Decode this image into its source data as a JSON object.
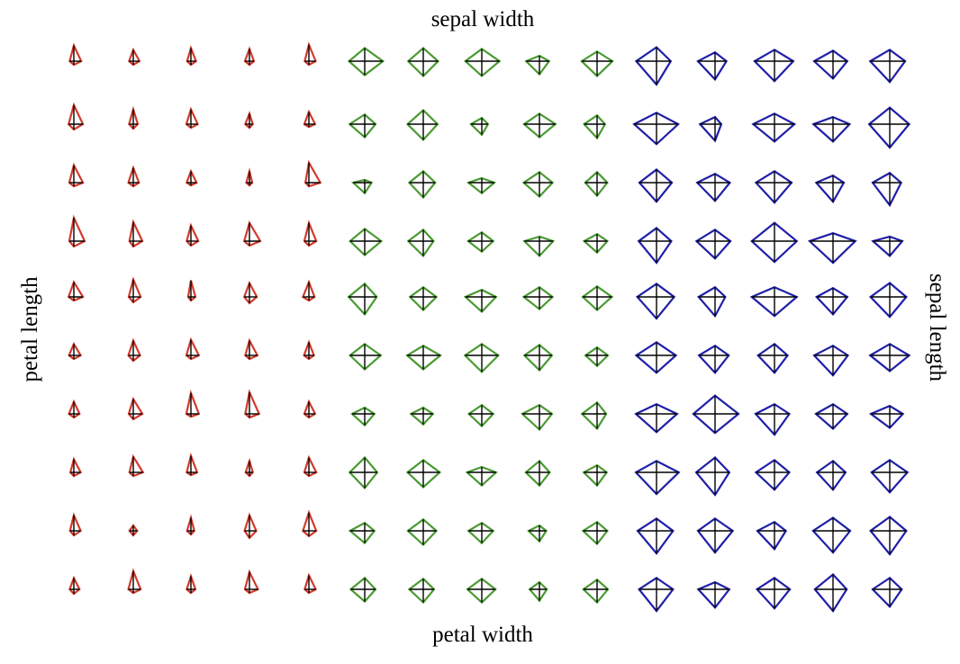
{
  "chart_data": {
    "type": "star_glyph",
    "labels": {
      "top": "sepal width",
      "bottom": "petal width",
      "left": "petal length",
      "right": "sepal length"
    },
    "species": [
      {
        "color": "#d33a2c",
        "samples": [
          [
            5.1,
            3.5,
            1.4,
            0.2
          ],
          [
            4.9,
            3.0,
            1.4,
            0.2
          ],
          [
            4.7,
            3.2,
            1.3,
            0.2
          ],
          [
            4.6,
            3.1,
            1.5,
            0.2
          ],
          [
            5.0,
            3.6,
            1.4,
            0.2
          ],
          [
            5.4,
            3.9,
            1.7,
            0.4
          ],
          [
            4.6,
            3.4,
            1.4,
            0.3
          ],
          [
            5.0,
            3.4,
            1.5,
            0.2
          ],
          [
            4.4,
            2.9,
            1.4,
            0.2
          ],
          [
            4.9,
            3.1,
            1.5,
            0.1
          ],
          [
            5.4,
            3.7,
            1.5,
            0.2
          ],
          [
            4.8,
            3.4,
            1.6,
            0.2
          ],
          [
            4.8,
            3.0,
            1.4,
            0.1
          ],
          [
            4.3,
            3.0,
            1.1,
            0.1
          ],
          [
            5.8,
            4.0,
            1.2,
            0.2
          ],
          [
            5.7,
            4.4,
            1.5,
            0.4
          ],
          [
            5.4,
            3.9,
            1.3,
            0.4
          ],
          [
            5.1,
            3.5,
            1.4,
            0.3
          ],
          [
            5.7,
            3.8,
            1.7,
            0.3
          ],
          [
            5.1,
            3.8,
            1.5,
            0.3
          ],
          [
            5.4,
            3.4,
            1.7,
            0.2
          ],
          [
            5.1,
            3.7,
            1.5,
            0.4
          ],
          [
            4.6,
            3.6,
            1.0,
            0.2
          ],
          [
            5.1,
            3.3,
            1.7,
            0.5
          ],
          [
            4.8,
            3.4,
            1.9,
            0.2
          ],
          [
            5.0,
            3.0,
            1.6,
            0.2
          ],
          [
            5.0,
            3.4,
            1.6,
            0.4
          ],
          [
            5.2,
            3.5,
            1.5,
            0.2
          ],
          [
            5.2,
            3.4,
            1.4,
            0.2
          ],
          [
            4.7,
            3.2,
            1.6,
            0.2
          ],
          [
            4.8,
            3.1,
            1.6,
            0.2
          ],
          [
            5.4,
            3.4,
            1.5,
            0.4
          ],
          [
            5.2,
            4.1,
            1.5,
            0.1
          ],
          [
            5.5,
            4.2,
            1.4,
            0.2
          ],
          [
            4.9,
            3.1,
            1.5,
            0.2
          ],
          [
            5.0,
            3.2,
            1.2,
            0.2
          ],
          [
            5.5,
            3.5,
            1.3,
            0.2
          ],
          [
            4.9,
            3.6,
            1.4,
            0.1
          ],
          [
            4.4,
            3.0,
            1.3,
            0.2
          ],
          [
            5.1,
            3.4,
            1.5,
            0.2
          ],
          [
            5.0,
            3.5,
            1.3,
            0.3
          ],
          [
            4.5,
            2.3,
            1.3,
            0.3
          ],
          [
            4.4,
            3.2,
            1.3,
            0.2
          ],
          [
            5.0,
            3.5,
            1.6,
            0.6
          ],
          [
            5.1,
            3.8,
            1.9,
            0.4
          ],
          [
            4.8,
            3.0,
            1.4,
            0.3
          ],
          [
            5.1,
            3.8,
            1.6,
            0.2
          ],
          [
            4.6,
            3.2,
            1.4,
            0.2
          ],
          [
            5.3,
            3.7,
            1.5,
            0.2
          ],
          [
            5.0,
            3.3,
            1.4,
            0.2
          ]
        ]
      },
      {
        "color": "#4a9a32",
        "samples": [
          [
            7.0,
            3.2,
            4.7,
            1.4
          ],
          [
            6.4,
            3.2,
            4.5,
            1.5
          ],
          [
            6.9,
            3.1,
            4.9,
            1.5
          ],
          [
            5.5,
            2.3,
            4.0,
            1.3
          ],
          [
            6.5,
            2.8,
            4.6,
            1.5
          ],
          [
            5.7,
            2.8,
            4.5,
            1.3
          ],
          [
            6.3,
            3.3,
            4.7,
            1.6
          ],
          [
            4.9,
            2.4,
            3.3,
            1.0
          ],
          [
            6.6,
            2.9,
            4.6,
            1.3
          ],
          [
            5.2,
            2.7,
            3.9,
            1.4
          ],
          [
            5.0,
            2.0,
            3.5,
            1.0
          ],
          [
            5.9,
            3.0,
            4.2,
            1.5
          ],
          [
            6.0,
            2.2,
            4.0,
            1.0
          ],
          [
            6.1,
            2.9,
            4.7,
            1.4
          ],
          [
            5.6,
            2.9,
            3.6,
            1.3
          ],
          [
            6.7,
            3.1,
            4.4,
            1.4
          ],
          [
            5.6,
            3.0,
            4.5,
            1.5
          ],
          [
            5.8,
            2.7,
            4.1,
            1.0
          ],
          [
            6.2,
            2.2,
            4.5,
            1.5
          ],
          [
            5.6,
            2.5,
            3.9,
            1.1
          ],
          [
            5.9,
            3.2,
            4.8,
            1.8
          ],
          [
            6.1,
            2.8,
            4.0,
            1.3
          ],
          [
            6.3,
            2.5,
            4.9,
            1.5
          ],
          [
            6.1,
            2.8,
            4.7,
            1.2
          ],
          [
            6.4,
            2.9,
            4.3,
            1.3
          ],
          [
            6.6,
            3.0,
            4.4,
            1.4
          ],
          [
            6.8,
            2.8,
            4.8,
            1.4
          ],
          [
            6.7,
            3.0,
            5.0,
            1.7
          ],
          [
            6.0,
            2.9,
            4.5,
            1.5
          ],
          [
            5.7,
            2.6,
            3.5,
            1.0
          ],
          [
            5.5,
            2.4,
            3.8,
            1.1
          ],
          [
            5.5,
            2.4,
            3.7,
            1.0
          ],
          [
            5.8,
            2.7,
            3.9,
            1.2
          ],
          [
            6.0,
            2.7,
            5.1,
            1.6
          ],
          [
            5.4,
            3.0,
            4.5,
            1.5
          ],
          [
            6.0,
            3.4,
            4.5,
            1.6
          ],
          [
            6.7,
            3.1,
            4.7,
            1.5
          ],
          [
            6.3,
            2.3,
            4.4,
            1.3
          ],
          [
            5.6,
            3.0,
            4.1,
            1.3
          ],
          [
            5.5,
            2.5,
            4.0,
            1.3
          ],
          [
            5.5,
            2.6,
            4.4,
            1.2
          ],
          [
            6.1,
            3.0,
            4.6,
            1.4
          ],
          [
            5.8,
            2.6,
            4.0,
            1.2
          ],
          [
            5.0,
            2.3,
            3.3,
            1.0
          ],
          [
            5.6,
            2.7,
            4.2,
            1.3
          ],
          [
            5.7,
            3.0,
            4.2,
            1.2
          ],
          [
            5.7,
            2.9,
            4.2,
            1.3
          ],
          [
            6.2,
            2.9,
            4.3,
            1.3
          ],
          [
            5.1,
            2.5,
            3.0,
            1.1
          ],
          [
            5.7,
            2.8,
            4.1,
            1.3
          ]
        ]
      },
      {
        "color": "#1f1fa8",
        "samples": [
          [
            6.3,
            3.3,
            6.0,
            2.5
          ],
          [
            5.8,
            2.7,
            5.1,
            1.9
          ],
          [
            7.1,
            3.0,
            5.9,
            2.1
          ],
          [
            6.3,
            2.9,
            5.6,
            1.8
          ],
          [
            6.5,
            3.0,
            5.8,
            2.2
          ],
          [
            7.6,
            3.0,
            6.6,
            2.1
          ],
          [
            4.9,
            2.5,
            4.5,
            1.7
          ],
          [
            7.3,
            2.9,
            6.3,
            1.8
          ],
          [
            6.7,
            2.5,
            5.8,
            1.8
          ],
          [
            7.2,
            3.6,
            6.1,
            2.5
          ],
          [
            6.5,
            3.2,
            5.1,
            2.0
          ],
          [
            6.4,
            2.7,
            5.3,
            1.9
          ],
          [
            6.8,
            3.0,
            5.5,
            2.1
          ],
          [
            5.7,
            2.5,
            5.0,
            2.0
          ],
          [
            5.8,
            2.8,
            5.1,
            2.4
          ],
          [
            6.4,
            3.2,
            5.3,
            2.3
          ],
          [
            6.5,
            3.0,
            5.5,
            1.8
          ],
          [
            7.7,
            3.8,
            6.7,
            2.2
          ],
          [
            7.7,
            2.6,
            6.9,
            2.3
          ],
          [
            6.0,
            2.2,
            5.0,
            1.5
          ],
          [
            6.9,
            3.2,
            5.7,
            2.3
          ],
          [
            5.6,
            2.8,
            4.9,
            2.0
          ],
          [
            7.7,
            2.8,
            6.7,
            2.0
          ],
          [
            6.3,
            2.7,
            4.9,
            1.8
          ],
          [
            6.7,
            3.3,
            5.7,
            2.1
          ],
          [
            7.2,
            3.2,
            6.0,
            1.8
          ],
          [
            6.2,
            2.8,
            4.8,
            1.8
          ],
          [
            6.1,
            3.0,
            4.9,
            1.8
          ],
          [
            6.4,
            2.8,
            5.6,
            2.1
          ],
          [
            7.2,
            3.0,
            5.8,
            1.6
          ],
          [
            7.4,
            2.8,
            6.1,
            1.9
          ],
          [
            7.9,
            3.8,
            6.4,
            2.0
          ],
          [
            6.4,
            2.8,
            5.6,
            2.2
          ],
          [
            6.3,
            2.8,
            5.1,
            1.5
          ],
          [
            6.1,
            2.6,
            5.6,
            1.4
          ],
          [
            7.7,
            3.0,
            6.1,
            2.3
          ],
          [
            6.3,
            3.4,
            5.6,
            2.4
          ],
          [
            6.4,
            3.1,
            5.5,
            1.8
          ],
          [
            6.0,
            3.0,
            4.8,
            1.8
          ],
          [
            6.9,
            3.1,
            5.4,
            2.1
          ],
          [
            6.7,
            3.1,
            5.6,
            2.4
          ],
          [
            6.9,
            3.1,
            5.1,
            2.3
          ],
          [
            5.8,
            2.7,
            5.1,
            1.9
          ],
          [
            6.8,
            3.2,
            5.9,
            2.3
          ],
          [
            6.7,
            3.3,
            5.7,
            2.5
          ],
          [
            6.7,
            3.0,
            5.2,
            2.3
          ],
          [
            6.3,
            2.5,
            5.0,
            1.9
          ],
          [
            6.5,
            3.0,
            5.2,
            2.0
          ],
          [
            6.2,
            3.4,
            5.4,
            2.3
          ],
          [
            5.9,
            3.0,
            5.1,
            1.8
          ]
        ]
      }
    ]
  }
}
